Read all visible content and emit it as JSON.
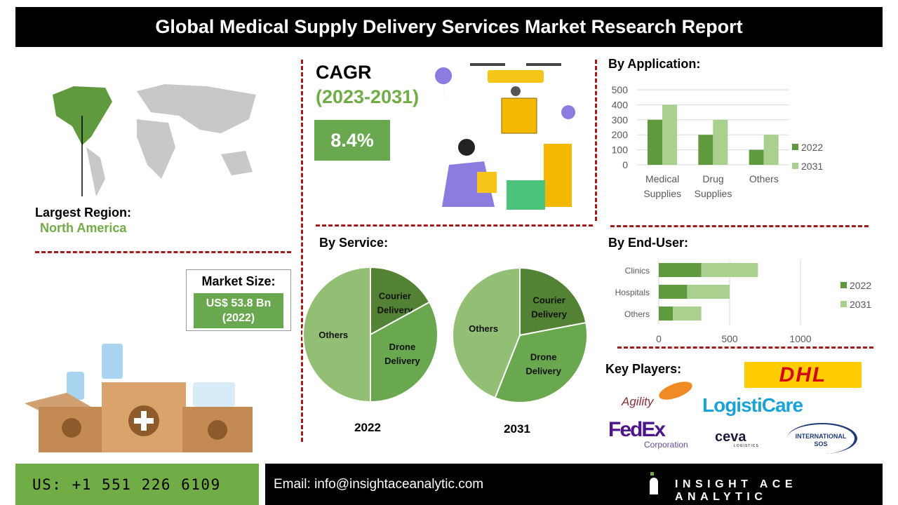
{
  "title": "Global Medical Supply Delivery Services Market Research Report",
  "cagr": {
    "label": "CAGR",
    "period": "(2023-2031)",
    "value": "8.4%"
  },
  "region": {
    "label": "Largest Region:",
    "value": "North America"
  },
  "market_size": {
    "label": "Market Size:",
    "value": "US$ 53.8 Bn",
    "year": "(2022)"
  },
  "sections": {
    "application": "By Application:",
    "service": "By Service:",
    "end_user": "By End-User:",
    "players": "Key Players:"
  },
  "players": [
    "DHL",
    "Agility",
    "LogistiCare",
    "FedEx",
    "Corporation",
    "ceva",
    "LOGISTICS",
    "INTERNATIONAL",
    "SOS"
  ],
  "footer": {
    "phone": "US: +1 551 226 6109",
    "email": "Email: info@insightaceanalytic.com",
    "brand": "INSIGHT ACE ANALYTIC"
  },
  "colors": {
    "c2022": "#5f9a3e",
    "c2031": "#a9d08e",
    "courier": "#548235",
    "drone": "#6aa84f",
    "others": "#92bf74",
    "accent": "#70ad47"
  },
  "chart_data": [
    {
      "type": "bar",
      "title": "By Application",
      "categories": [
        "Medical Supplies",
        "Drug Supplies",
        "Others"
      ],
      "category_lines": [
        [
          "Medical",
          "Supplies"
        ],
        [
          "Drug",
          "Supplies"
        ],
        [
          "Others"
        ]
      ],
      "series": [
        {
          "name": "2022",
          "values": [
            300,
            200,
            100
          ]
        },
        {
          "name": "2031",
          "values": [
            400,
            300,
            200
          ]
        }
      ],
      "ylim": [
        0,
        500
      ],
      "yticks": [
        0,
        100,
        200,
        300,
        400,
        500
      ],
      "legend": "right",
      "grid": true
    },
    {
      "type": "bar",
      "orientation": "horizontal",
      "stacked": true,
      "title": "By End-User",
      "categories": [
        "Clinics",
        "Hospitals",
        "Others"
      ],
      "series": [
        {
          "name": "2022",
          "values": [
            300,
            200,
            100
          ]
        },
        {
          "name": "2031",
          "values": [
            400,
            300,
            200
          ]
        }
      ],
      "xlim": [
        0,
        1000
      ],
      "xticks": [
        0,
        500,
        1000
      ],
      "legend": "right",
      "grid": true
    },
    {
      "type": "pie",
      "title": "2022",
      "slices": [
        {
          "label": [
            "Courier",
            "Delivery"
          ],
          "value": 17
        },
        {
          "label": [
            "Drone",
            "Delivery"
          ],
          "value": 33
        },
        {
          "label": [
            "Others"
          ],
          "value": 50
        }
      ]
    },
    {
      "type": "pie",
      "title": "2031",
      "slices": [
        {
          "label": [
            "Courier",
            "Delivery"
          ],
          "value": 22
        },
        {
          "label": [
            "Drone",
            "Delivery"
          ],
          "value": 34
        },
        {
          "label": [
            "Others"
          ],
          "value": 44
        }
      ]
    }
  ]
}
